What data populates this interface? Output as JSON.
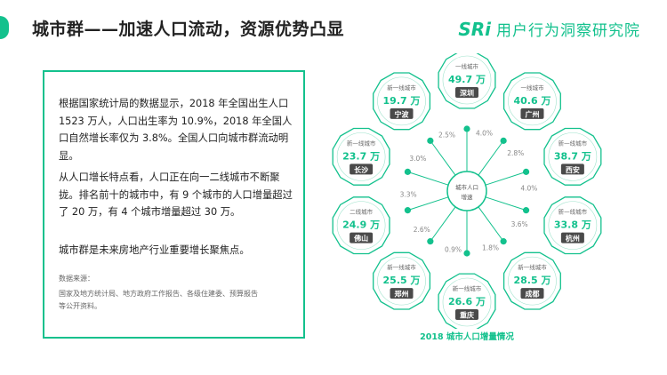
{
  "header": {
    "title": "城市群——加速人口流动，资源优势凸显",
    "brand_logo": "SRi",
    "brand_name": "用户行为洞察研究院"
  },
  "text_box": {
    "para1": "根据国家统计局的数据显示，2018 年全国出生人口 1523 万人，人口出生率为 10.9%，2018 年全国人口自然增长率仅为 3.8%。全国人口向城市群流动明显。",
    "para2": "从人口增长特点看，人口正在向一二线城市不断聚拢。排名前十的城市中，有 9 个城市的人口增量超过了 20 万，有 4 个城市增量超过 30 万。",
    "para3": "城市群是未来房地产行业重要增长聚焦点。",
    "source_label": "数据来源：",
    "source_text": "国家及地方统计局、地方政府工作报告、各级住建委、预算报告等公开资料。"
  },
  "chart_data": {
    "type": "radial",
    "center_label": [
      "城市人口",
      "增速"
    ],
    "caption": "2018 城市人口增量情况",
    "unit": "万",
    "nodes": [
      {
        "city": "深圳",
        "tier": "一线城市",
        "value": 49.7,
        "value_text": "49.7 万",
        "pct": "4.0%"
      },
      {
        "city": "广州",
        "tier": "一线城市",
        "value": 40.6,
        "value_text": "40.6 万",
        "pct": "2.8%"
      },
      {
        "city": "西安",
        "tier": "新一线城市",
        "value": 38.7,
        "value_text": "38.7 万",
        "pct": "4.0%"
      },
      {
        "city": "杭州",
        "tier": "新一线城市",
        "value": 33.8,
        "value_text": "33.8 万",
        "pct": "3.6%"
      },
      {
        "city": "成都",
        "tier": "新一线城市",
        "value": 28.5,
        "value_text": "28.5 万",
        "pct": "1.8%"
      },
      {
        "city": "重庆",
        "tier": "新一线城市",
        "value": 26.6,
        "value_text": "26.6 万",
        "pct": "0.9%"
      },
      {
        "city": "郑州",
        "tier": "新一线城市",
        "value": 25.5,
        "value_text": "25.5 万",
        "pct": "2.6%"
      },
      {
        "city": "佛山",
        "tier": "二线城市",
        "value": 24.9,
        "value_text": "24.9 万",
        "pct": "3.3%"
      },
      {
        "city": "长沙",
        "tier": "新一线城市",
        "value": 23.7,
        "value_text": "23.7 万",
        "pct": "3.0%"
      },
      {
        "city": "宁波",
        "tier": "新一线城市",
        "value": 19.7,
        "value_text": "19.7 万",
        "pct": "2.5%"
      }
    ],
    "colors": {
      "accent": "#13c18d",
      "city_tag": "#4a4a4a",
      "value": "#13c18d"
    }
  }
}
